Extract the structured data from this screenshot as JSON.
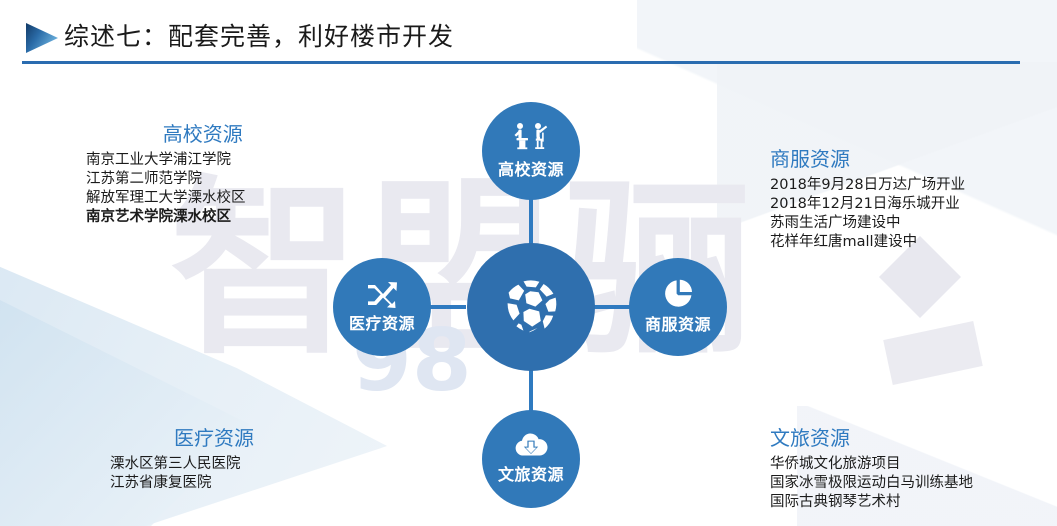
{
  "slide": {
    "title": "综述七：配套完善，利好楼市开发",
    "arrow_icon": "play-triangle-icon",
    "accent_color": "#2a6cb0",
    "node_color": "#3179b9",
    "center_node_color": "#2f6fae",
    "heading_color": "#2f7ac0",
    "watermark": "智盟骊",
    "watermark_sub": "98"
  },
  "diagram": {
    "center": {
      "label": "",
      "icon": "globe-network-icon"
    },
    "nodes": [
      {
        "id": "edu",
        "label": "高校资源",
        "icon": "classroom-teaching-icon"
      },
      {
        "id": "med",
        "label": "医疗资源",
        "icon": "shuffle-arrows-icon"
      },
      {
        "id": "biz",
        "label": "商服资源",
        "icon": "pie-chart-icon"
      },
      {
        "id": "tour",
        "label": "文旅资源",
        "icon": "cloud-download-icon"
      }
    ]
  },
  "blocks": {
    "edu": {
      "heading": "高校资源",
      "lines": [
        {
          "text": "南京工业大学浦江学院",
          "bold": false
        },
        {
          "text": "江苏第二师范学院",
          "bold": false
        },
        {
          "text": "解放军理工大学溧水校区",
          "bold": false
        },
        {
          "text": "南京艺术学院溧水校区",
          "bold": true
        }
      ]
    },
    "biz": {
      "heading": "商服资源",
      "lines": [
        {
          "text": "2018年9月28日万达广场开业",
          "bold": false
        },
        {
          "text": "2018年12月21日海乐城开业",
          "bold": false
        },
        {
          "text": "苏雨生活广场建设中",
          "bold": false
        },
        {
          "text": "花样年红唐mall建设中",
          "bold": false
        }
      ]
    },
    "med": {
      "heading": "医疗资源",
      "lines": [
        {
          "text": "溧水区第三人民医院",
          "bold": false
        },
        {
          "text": "江苏省康复医院",
          "bold": false
        }
      ]
    },
    "tour": {
      "heading": "文旅资源",
      "lines": [
        {
          "text": "华侨城文化旅游项目",
          "bold": false
        },
        {
          "text": "国家冰雪极限运动白马训练基地",
          "bold": false
        },
        {
          "text": "国际古典钢琴艺术村",
          "bold": false
        }
      ]
    }
  }
}
